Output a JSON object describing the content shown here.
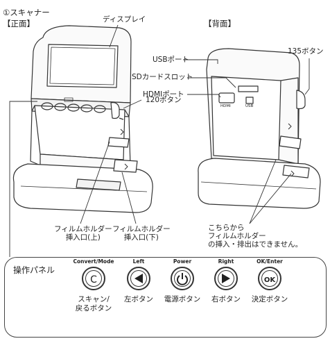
{
  "title": "①スキャナー",
  "front": {
    "label": "【正面】",
    "display": "ディスプレイ",
    "button120": "120ボタン",
    "holder_upper": [
      "フィルムホルダー",
      "挿入口(上)"
    ],
    "holder_lower": [
      "フィルムホルダー",
      "挿入口(下)"
    ]
  },
  "back": {
    "label": "【背面】",
    "usb_port": "USBポート",
    "sd_slot": "SDカードスロット",
    "hdmi_port": "HDMIポート",
    "button135": "135ボタン",
    "port_hdmi_small": "HDMI",
    "port_usb_small": "USB",
    "note": [
      "こちらから",
      "フィルムホルダー",
      "の挿入・排出はできません。"
    ]
  },
  "panel": {
    "title": "操作パネル",
    "buttons": [
      {
        "tag": "Convert/Mode",
        "glyph": "C",
        "caption": [
          "スキャン/",
          "戻るボタン"
        ],
        "icon": "c-letter-icon"
      },
      {
        "tag": "Left",
        "glyph": "",
        "caption": [
          "左ボタン"
        ],
        "icon": "left-triangle-icon"
      },
      {
        "tag": "Power",
        "glyph": "",
        "caption": [
          "電源ボタン"
        ],
        "icon": "power-icon"
      },
      {
        "tag": "Right",
        "glyph": "",
        "caption": [
          "右ボタン"
        ],
        "icon": "right-triangle-icon"
      },
      {
        "tag": "OK/Enter",
        "glyph": "OK",
        "caption": [
          "決定ボタン"
        ],
        "icon": "ok-icon"
      }
    ]
  }
}
